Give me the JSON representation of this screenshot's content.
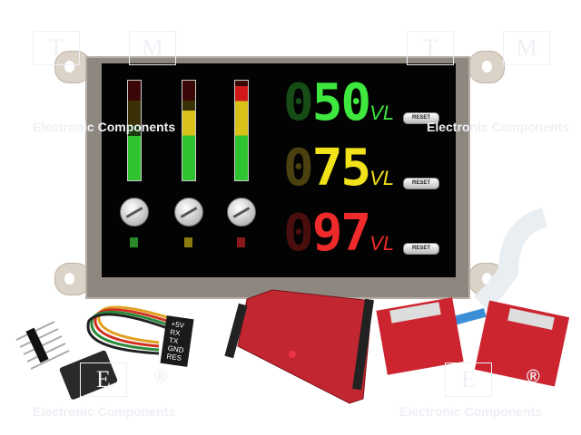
{
  "watermark": {
    "letters": [
      "T",
      "M",
      "E"
    ],
    "text": "Electronic Components",
    "registered": "®"
  },
  "display": {
    "channels": [
      {
        "value": "050",
        "dim_digit": "0",
        "lit_digits": "50",
        "unit": "VL",
        "reset_label": "RESET",
        "color": "#3ee83e",
        "dim_color": "#164d16",
        "level": 0.45
      },
      {
        "value": "075",
        "dim_digit": "0",
        "lit_digits": "75",
        "unit": "VL",
        "reset_label": "RESET",
        "color": "#f2e21a",
        "dim_color": "#4a4010",
        "level": 0.7
      },
      {
        "value": "097",
        "dim_digit": "0",
        "lit_digits": "97",
        "unit": "VL",
        "reset_label": "RESET",
        "color": "#ee2a2a",
        "dim_color": "#4a0e0e",
        "level": 0.95
      }
    ]
  },
  "accessories": {
    "cable_pins": [
      "+5V",
      "RX",
      "TX",
      "GND",
      "RES"
    ]
  }
}
